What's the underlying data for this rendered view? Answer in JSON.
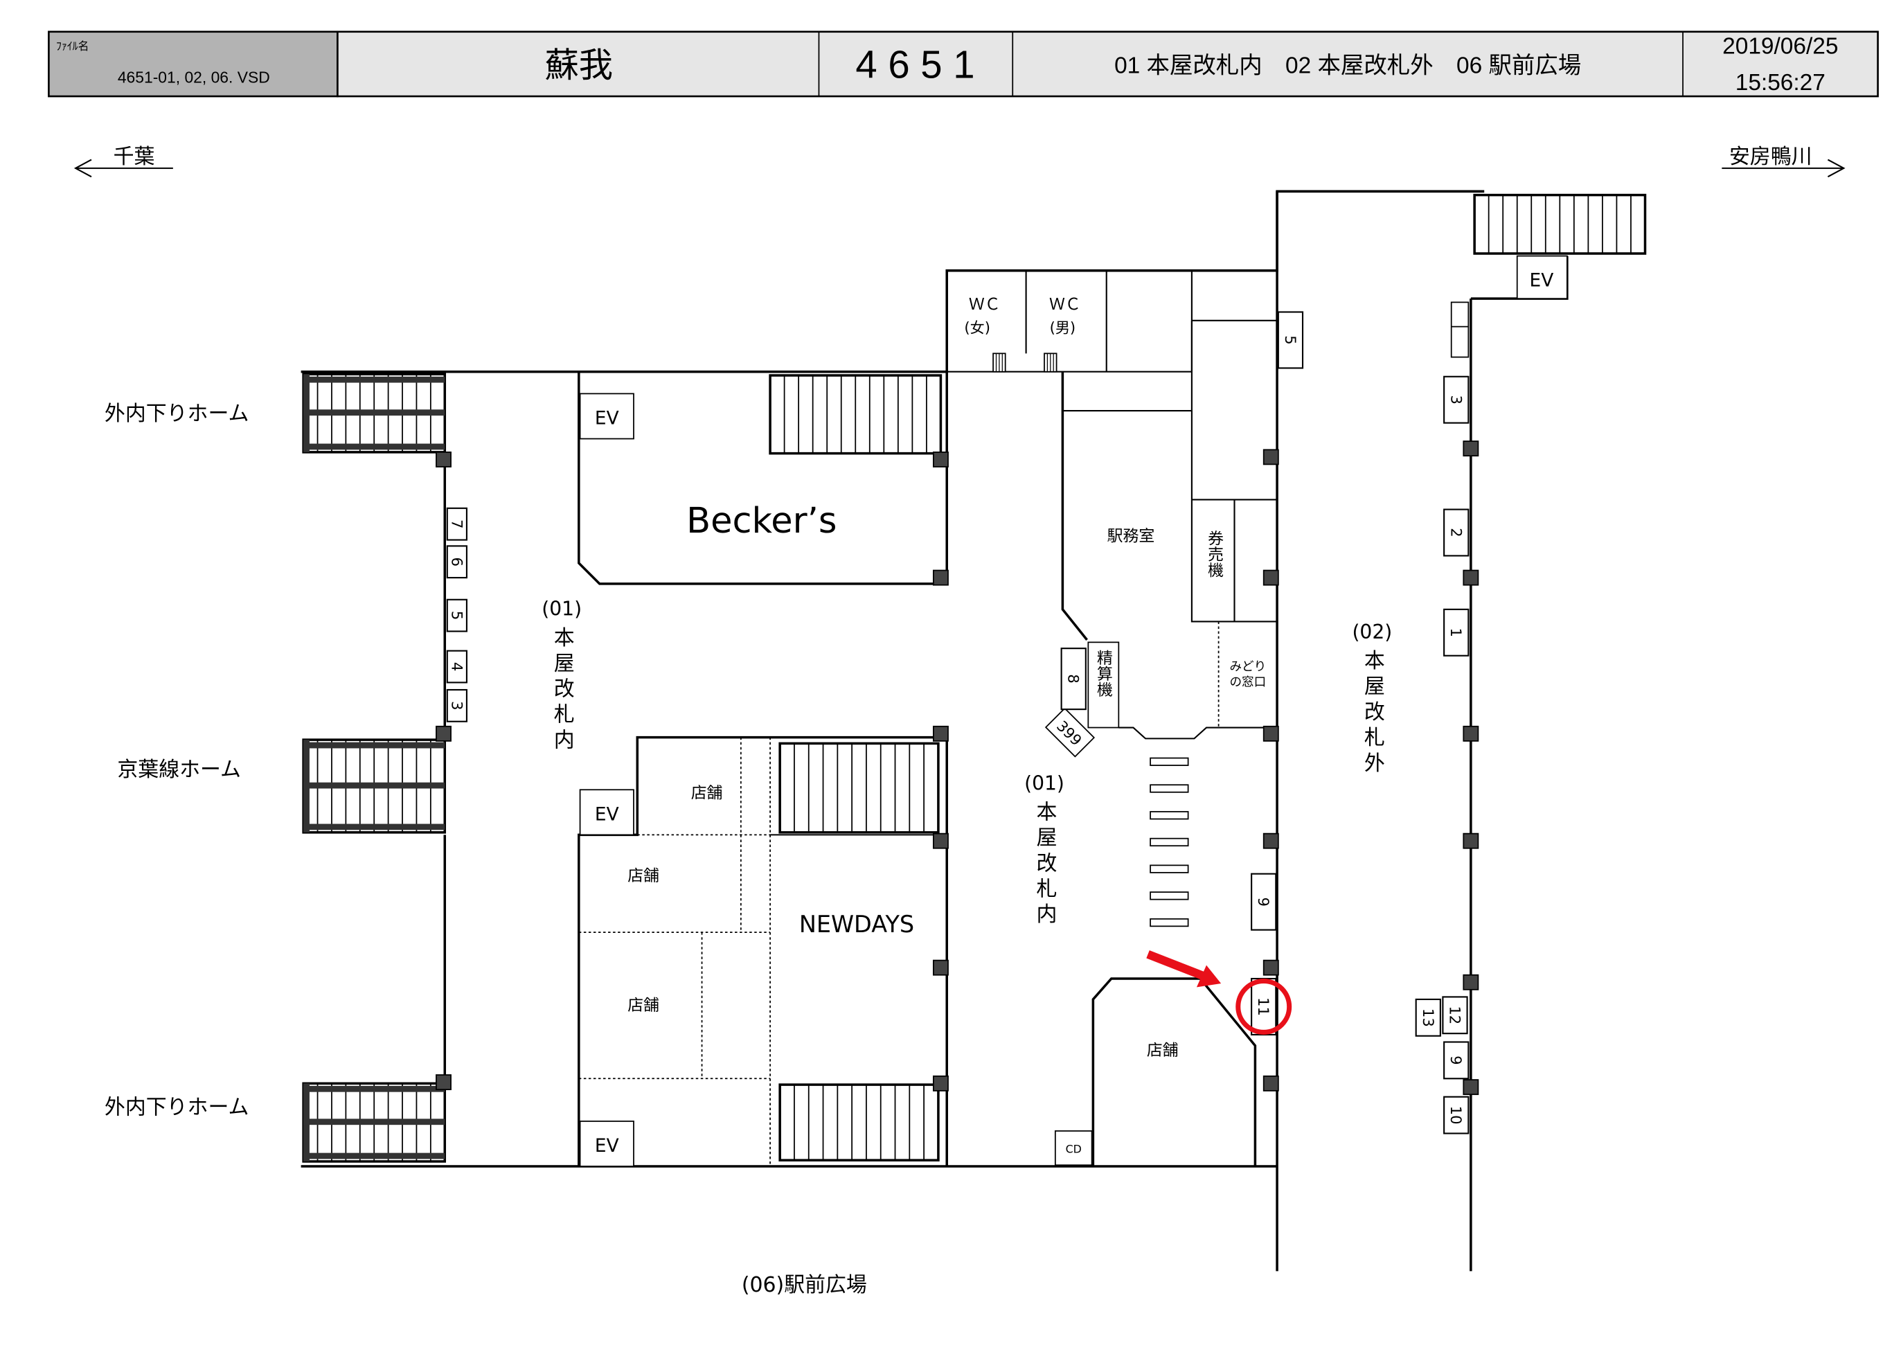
{
  "header": {
    "file_label": "ﾌｧｲﾙ名",
    "file_name": "4651-01, 02, 06. VSD",
    "station_name": "蘇我",
    "station_code": "4 6 5 1",
    "areas": "01 本屋改札内　02 本屋改札外　06 駅前広場",
    "date": "2019/06/25",
    "time": "15:56:27"
  },
  "directions": {
    "left": "千葉",
    "right": "安房鴨川"
  },
  "platforms": {
    "top": "外内下りホーム",
    "middle": "京葉線ホーム",
    "bottom": "外内下りホーム"
  },
  "zones": {
    "inside_left_code": "(01)",
    "inside_left_name": "本屋改札内",
    "inside_center_code": "(01)",
    "inside_center_name": "本屋改札内",
    "outside_code": "(02)",
    "outside_name": "本屋改札外",
    "plaza": "(06)駅前広場"
  },
  "rooms": {
    "beckers": "Becker’s",
    "newdays": "NEWDAYS",
    "shop": "店舗",
    "ev": "EV",
    "wc_f": "ＷＣ",
    "wc_f_sub": "(女)",
    "wc_m": "ＷＣ",
    "wc_m_sub": "(男)",
    "office": "駅務室",
    "ticket_machine": "券売機",
    "fare_adjust": "精算機",
    "midori_1": "みどり",
    "midori_2": "の窓口",
    "cd": "CD",
    "gate": "399"
  },
  "markers": {
    "left": [
      "7",
      "6",
      "5",
      "4",
      "3"
    ],
    "center": [
      "5",
      "8",
      "9",
      "11"
    ],
    "right": [
      "3",
      "2",
      "1",
      "12",
      "13",
      "9",
      "10"
    ]
  },
  "highlight": {
    "marker": "11",
    "color": "#e8101a"
  }
}
